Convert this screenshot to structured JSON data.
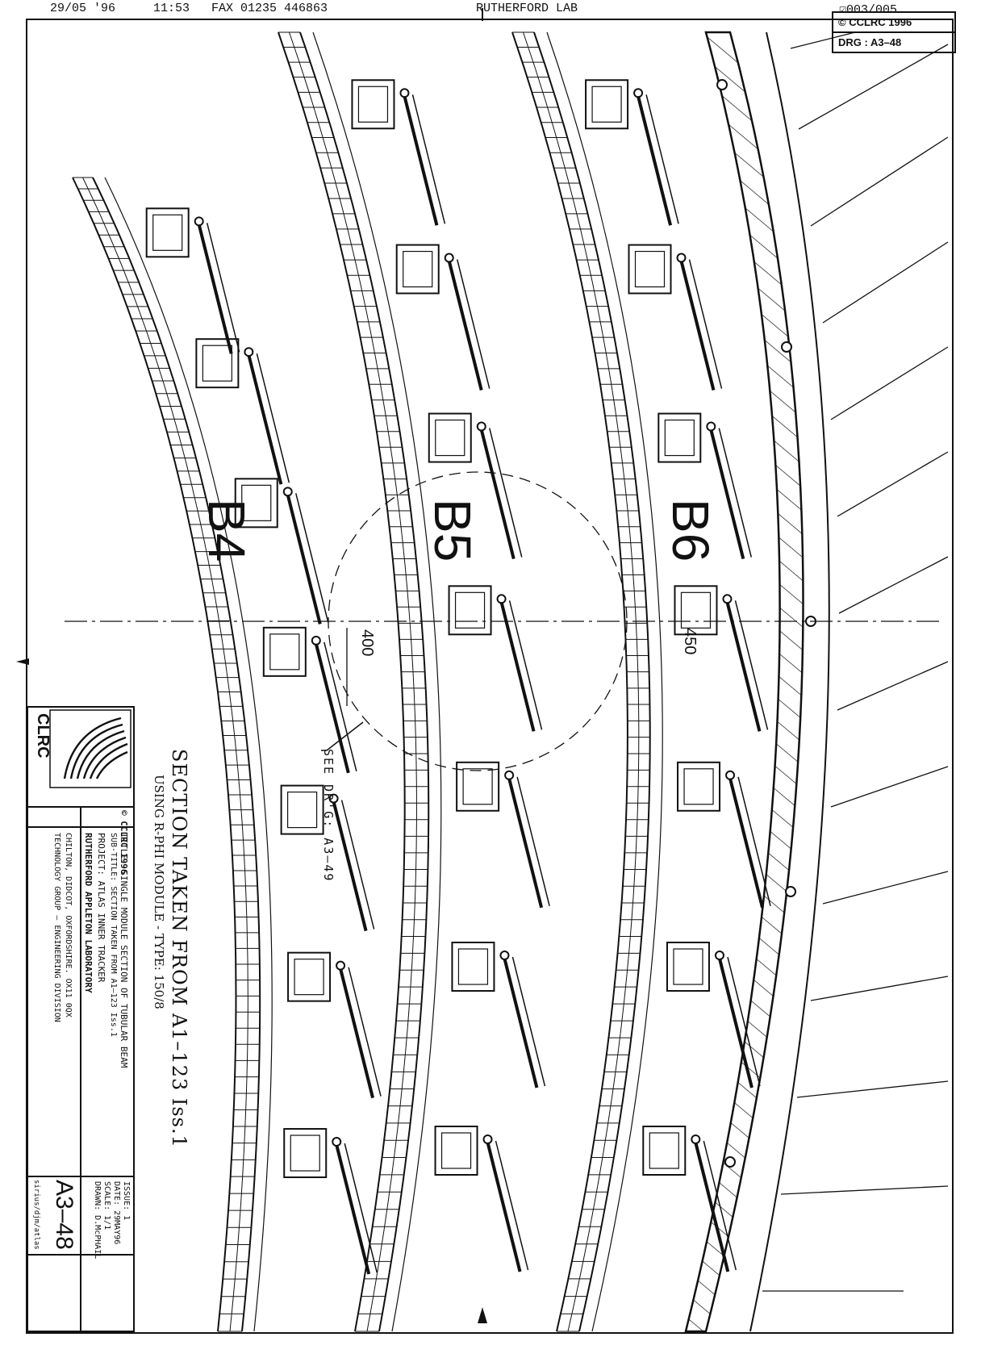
{
  "fax_header": {
    "date": "29/05 '96",
    "time": "11:53",
    "fax": "FAX 01235  446863",
    "sender": "RUTHERFORD LAB",
    "page": "☑003/005"
  },
  "corner_box": {
    "copyright": "© CCLRC 1996",
    "drawing_ref": "DRG : A3–48"
  },
  "layers": [
    {
      "label": "B4"
    },
    {
      "label": "B5"
    },
    {
      "label": "B6"
    }
  ],
  "dimensions": {
    "dim_400": "400",
    "dim_450": "450"
  },
  "callout": "SEE DR'G: A3–49",
  "section_title": "SECTION TAKEN FROM A1–123  Iss.1",
  "section_subtitle": "USING R-PHI MODULE - TYPE: 150/8",
  "title_block": {
    "logo_text": "CLRC",
    "copyright": "© CCLRC 1996",
    "title": "TITLE: SINGLE MODULE SECTION OF TUBULAR BEAM",
    "subtitle": "SUB-TITLE: SECTION TAKEN FROM A1–123 Iss.1",
    "project": "PROJECT: ATLAS INNER TRACKER",
    "lab": "RUTHERFORD APPLETON LABORATORY",
    "address": "CHILTON, DIDCOT, OXFORDSHIRE. OX11 0QX",
    "division": "TECHNOLOGY GROUP – ENGINEERING DIVISION",
    "issue": "ISSUE: 1",
    "date": "DATE: 29MAY96",
    "scale": "SCALE: 1/1",
    "drawn": "DRAWN: D.McPHAIL",
    "drawing_number": "A3–48",
    "file_path": "sirius/djm/atlas"
  },
  "colors": {
    "ink": "#111111",
    "paper": "#ffffff"
  }
}
